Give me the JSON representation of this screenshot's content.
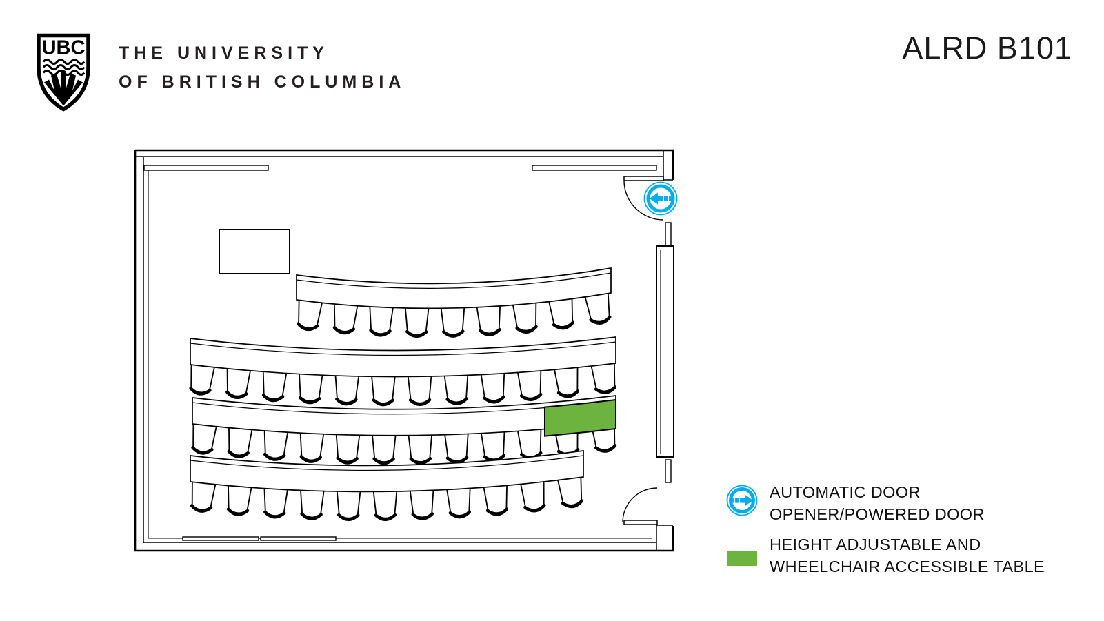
{
  "header": {
    "logo_monogram": "UBC",
    "university_line1": "THE UNIVERSITY",
    "university_line2": "OF BRITISH COLUMBIA",
    "room_title": "ALRD B101"
  },
  "colors": {
    "door_icon_blue": "#00AEEF",
    "accessible_green": "#6CB33F",
    "line_black": "#000000"
  },
  "legend": {
    "items": [
      {
        "icon": "automatic-door-icon",
        "lines": [
          "AUTOMATIC DOOR",
          "OPENER/POWERED DOOR"
        ]
      },
      {
        "icon": "accessible-table-swatch",
        "lines": [
          "HEIGHT ADJUSTABLE AND",
          "WHEELCHAIR ACCESSIBLE TABLE"
        ]
      }
    ]
  },
  "floor_plan": {
    "room": "ALRD B101",
    "total_chairs": 44,
    "features": {
      "lectern_table": "top-left of room",
      "automatic_powered_door": "top-right wall",
      "second_door": "bottom-right wall",
      "accessible_table": "right end of third row"
    },
    "seat_rows": [
      {
        "name": "row-1",
        "chairs": 9,
        "band": {
          "p0": [
            430,
            399
          ],
          "c": [
            655,
            428
          ],
          "p1": [
            886,
            389
          ],
          "thickness": 36,
          "t0": 0.045,
          "t1": 0.955
        }
      },
      {
        "name": "row-2",
        "chairs": 12,
        "band": {
          "p0": [
            276,
            491
          ],
          "c": [
            580,
            527
          ],
          "p1": [
            893,
            489
          ],
          "thickness": 38,
          "t0": 0.03,
          "t1": 0.97
        }
      },
      {
        "name": "row-3",
        "chairs": 12,
        "band": {
          "p0": [
            279,
            577
          ],
          "c": [
            580,
            612
          ],
          "p1": [
            893,
            574
          ],
          "thickness": 38,
          "t0": 0.03,
          "t1": 0.97
        },
        "accessible_table": {
          "t_start": 0.835,
          "t_end": 1.0
        }
      },
      {
        "name": "row-4",
        "chairs": 11,
        "band": {
          "p0": [
            276,
            661
          ],
          "c": [
            556,
            693
          ],
          "p1": [
            846,
            654
          ],
          "thickness": 38,
          "t0": 0.035,
          "t1": 0.965
        }
      }
    ]
  }
}
